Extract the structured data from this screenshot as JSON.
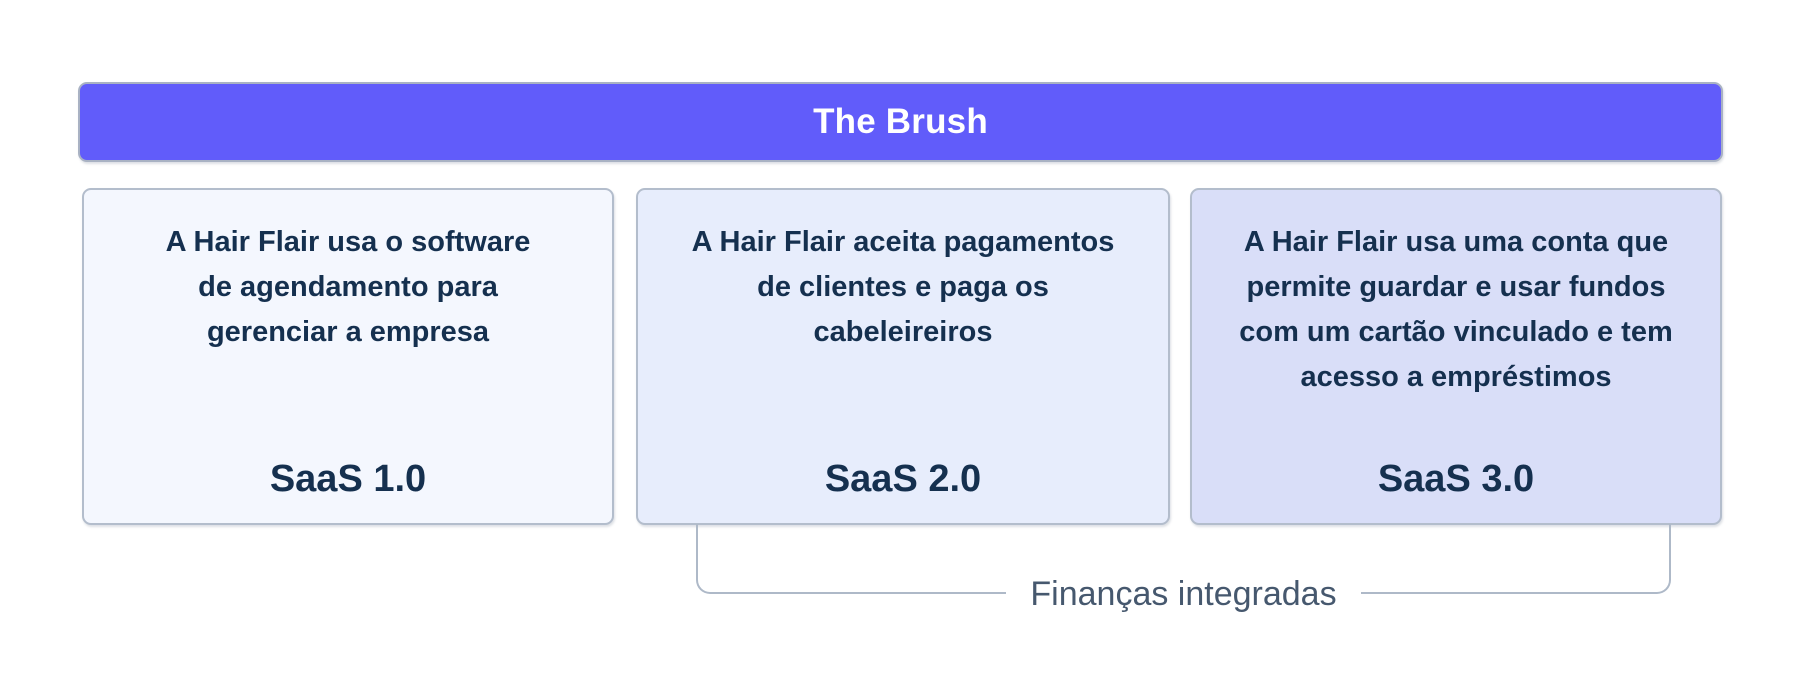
{
  "page": {
    "background_color": "#ffffff"
  },
  "header": {
    "title": "The Brush",
    "bg_color": "#615CFA",
    "text_color": "#ffffff"
  },
  "cards": [
    {
      "body": "A Hair Flair usa o software\nde agendamento para\ngerenciar a empresa",
      "label": "SaaS 1.0",
      "bg_color": "#F4F7FE",
      "text_color": "#15304F"
    },
    {
      "body": "A Hair Flair aceita pagamentos\nde clientes e paga os\ncabeleireiros",
      "label": "SaaS 2.0",
      "bg_color": "#E7EDFC",
      "text_color": "#15304F"
    },
    {
      "body": "A Hair Flair usa uma conta que\npermite guardar e usar fundos\ncom um cartão vinculado e tem\nacesso a empréstimos",
      "label": "SaaS 3.0",
      "bg_color": "#D9DEF8",
      "text_color": "#15304F"
    }
  ],
  "bracket": {
    "label": "Finanças integradas",
    "line_color": "#AEB9C8",
    "text_color": "#46586E"
  }
}
